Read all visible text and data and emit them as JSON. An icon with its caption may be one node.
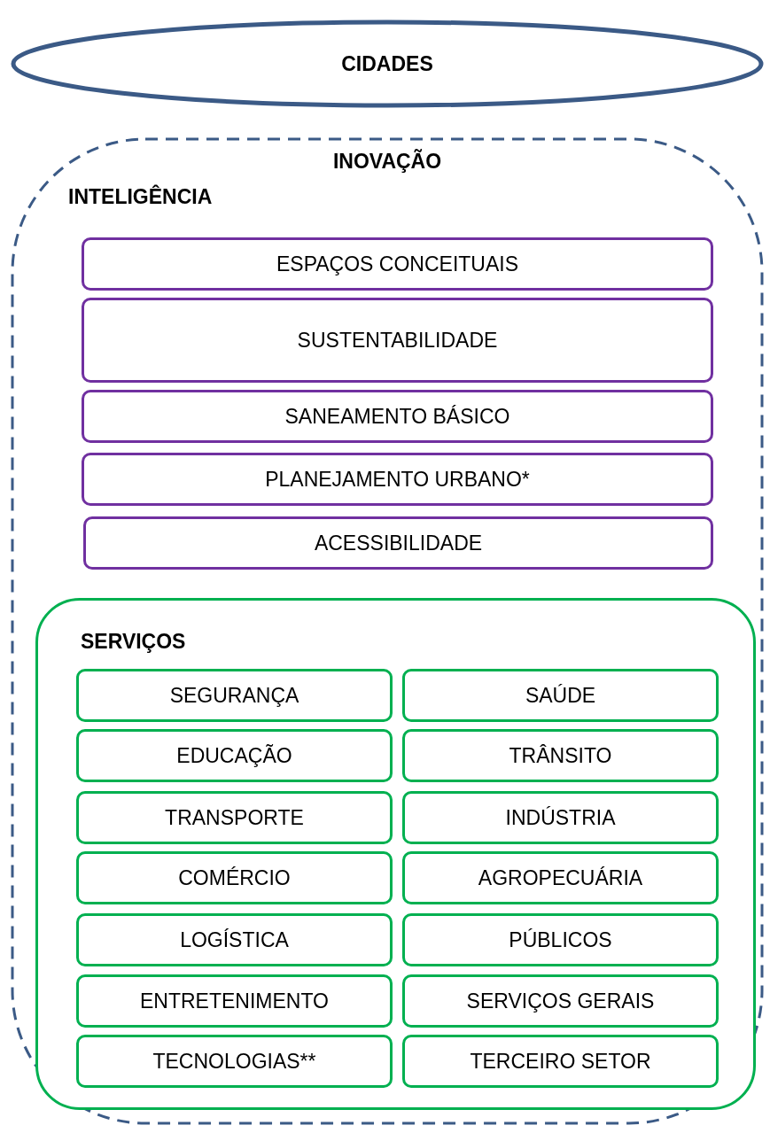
{
  "diagram": {
    "nodes": [
      {
        "text": [
          "CIDADES"
        ]
      },
      {
        "text": [
          "INOVAÇÃO",
          "INTELIGÊNCIA"
        ]
      },
      {
        "text": [
          "ESPAÇOS CONCEITUAIS"
        ],
        "in": 1
      },
      {
        "text": [
          "SUSTENTABILIDADE"
        ],
        "in": 1
      },
      {
        "text": [
          "SANEAMENTO BÁSICO"
        ],
        "in": 1
      },
      {
        "text": [
          "PLANEJAMENTO URBANO*"
        ],
        "in": 1
      },
      {
        "text": [
          "ACESSIBILIDADE"
        ],
        "in": 1
      },
      {
        "text": [
          "SERVIÇOS"
        ],
        "in": 1
      },
      {
        "text": [
          "SEGURANÇA"
        ],
        "in": 7
      },
      {
        "text": [
          "SAÚDE"
        ],
        "in": 7
      },
      {
        "text": [
          "EDUCAÇÃO"
        ],
        "in": 7
      },
      {
        "text": [
          "TRÂNSITO"
        ],
        "in": 7
      },
      {
        "text": [
          "TRANSPORTE"
        ],
        "in": 7
      },
      {
        "text": [
          "INDÚSTRIA"
        ],
        "in": 7
      },
      {
        "text": [
          "COMÉRCIO"
        ],
        "in": 7
      },
      {
        "text": [
          "AGROPECUÁRIA"
        ],
        "in": 7
      },
      {
        "text": [
          "LOGÍSTICA"
        ],
        "in": 7
      },
      {
        "text": [
          "PÚBLICOS"
        ],
        "in": 7
      },
      {
        "text": [
          "ENTRETENIMENTO"
        ],
        "in": 7
      },
      {
        "text": [
          "SERVIÇOS GERAIS"
        ],
        "in": 7
      },
      {
        "text": [
          "TECNOLOGIAS**"
        ],
        "in": 7
      },
      {
        "text": [
          "TERCEIRO SETOR"
        ],
        "in": 7
      }
    ]
  }
}
